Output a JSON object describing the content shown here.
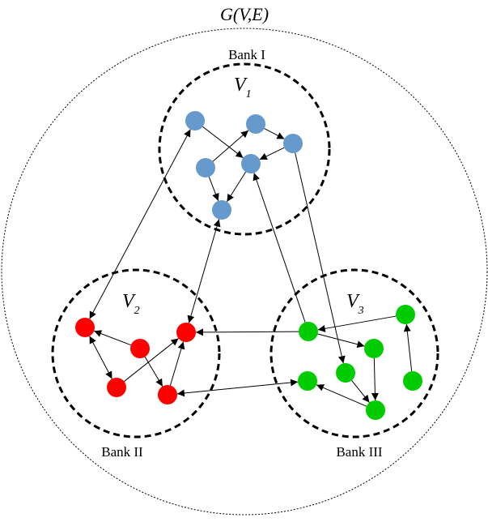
{
  "graph": {
    "title": "G(V,E)",
    "colors": {
      "bank1": "#6699cc",
      "bank2": "#ff0000",
      "bank3": "#00cc00",
      "stroke": "#000000"
    },
    "banks": [
      {
        "id": "bank1",
        "label": "Bank I",
        "subset_main": "V",
        "subset_sub": "1"
      },
      {
        "id": "bank2",
        "label": "Bank II",
        "subset_main": "V",
        "subset_sub": "2"
      },
      {
        "id": "bank3",
        "label": "Bank III",
        "subset_main": "V",
        "subset_sub": "3"
      }
    ]
  }
}
